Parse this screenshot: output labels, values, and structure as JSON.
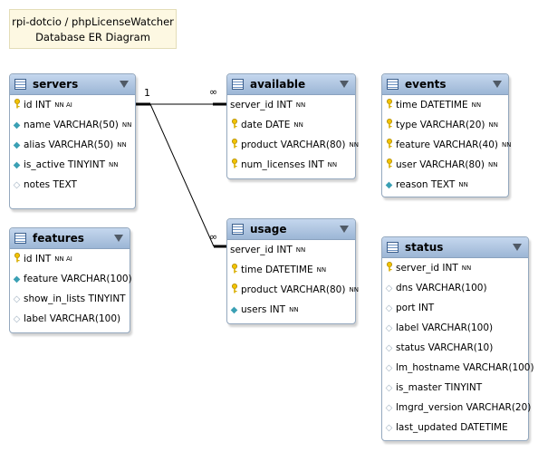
{
  "note": {
    "line1": "rpi-dotcio / phpLicenseWatcher",
    "line2": "Database ER Diagram"
  },
  "relationships": {
    "one": "1",
    "many": "∞"
  },
  "tables": {
    "servers": {
      "name": "servers",
      "cols": [
        {
          "icon": "key",
          "text": "id INT",
          "sub": "NN AI"
        },
        {
          "icon": "diamond",
          "text": "name VARCHAR(50)",
          "sub": "NN"
        },
        {
          "icon": "diamond",
          "text": "alias VARCHAR(50)",
          "sub": "NN"
        },
        {
          "icon": "diamond",
          "text": "is_active TINYINT",
          "sub": "NN"
        },
        {
          "icon": "diamond-open",
          "text": "notes TEXT",
          "sub": ""
        }
      ]
    },
    "available": {
      "name": "available",
      "cols": [
        {
          "icon": "none",
          "text": "server_id INT",
          "sub": "NN"
        },
        {
          "icon": "key",
          "text": "date DATE",
          "sub": "NN"
        },
        {
          "icon": "key",
          "text": "product VARCHAR(80)",
          "sub": "NN"
        },
        {
          "icon": "key",
          "text": "num_licenses INT",
          "sub": "NN"
        }
      ]
    },
    "events": {
      "name": "events",
      "cols": [
        {
          "icon": "key",
          "text": "time DATETIME",
          "sub": "NN"
        },
        {
          "icon": "key",
          "text": "type VARCHAR(20)",
          "sub": "NN"
        },
        {
          "icon": "key",
          "text": "feature VARCHAR(40)",
          "sub": "NN"
        },
        {
          "icon": "key",
          "text": "user VARCHAR(80)",
          "sub": "NN"
        },
        {
          "icon": "diamond",
          "text": "reason TEXT",
          "sub": "NN"
        }
      ]
    },
    "features": {
      "name": "features",
      "cols": [
        {
          "icon": "key",
          "text": "id INT",
          "sub": "NN AI"
        },
        {
          "icon": "diamond",
          "text": "feature VARCHAR(100)",
          "sub": ""
        },
        {
          "icon": "diamond-open",
          "text": "show_in_lists TINYINT",
          "sub": ""
        },
        {
          "icon": "diamond-open",
          "text": "label VARCHAR(100)",
          "sub": ""
        }
      ]
    },
    "usage": {
      "name": "usage",
      "cols": [
        {
          "icon": "none",
          "text": "server_id INT",
          "sub": "NN"
        },
        {
          "icon": "key",
          "text": "time DATETIME",
          "sub": "NN"
        },
        {
          "icon": "key",
          "text": "product VARCHAR(80)",
          "sub": "NN"
        },
        {
          "icon": "diamond",
          "text": "users INT",
          "sub": "NN"
        }
      ]
    },
    "status": {
      "name": "status",
      "cols": [
        {
          "icon": "key",
          "text": "server_id INT",
          "sub": "NN"
        },
        {
          "icon": "diamond-open",
          "text": "dns VARCHAR(100)",
          "sub": ""
        },
        {
          "icon": "diamond-open",
          "text": "port INT",
          "sub": ""
        },
        {
          "icon": "diamond-open",
          "text": "label VARCHAR(100)",
          "sub": ""
        },
        {
          "icon": "diamond-open",
          "text": "status VARCHAR(10)",
          "sub": ""
        },
        {
          "icon": "diamond-open",
          "text": "lm_hostname VARCHAR(100)",
          "sub": ""
        },
        {
          "icon": "diamond-open",
          "text": "is_master TINYINT",
          "sub": ""
        },
        {
          "icon": "diamond-open",
          "text": "lmgrd_version VARCHAR(20)",
          "sub": ""
        },
        {
          "icon": "diamond-open",
          "text": "last_updated DATETIME",
          "sub": ""
        }
      ]
    }
  }
}
